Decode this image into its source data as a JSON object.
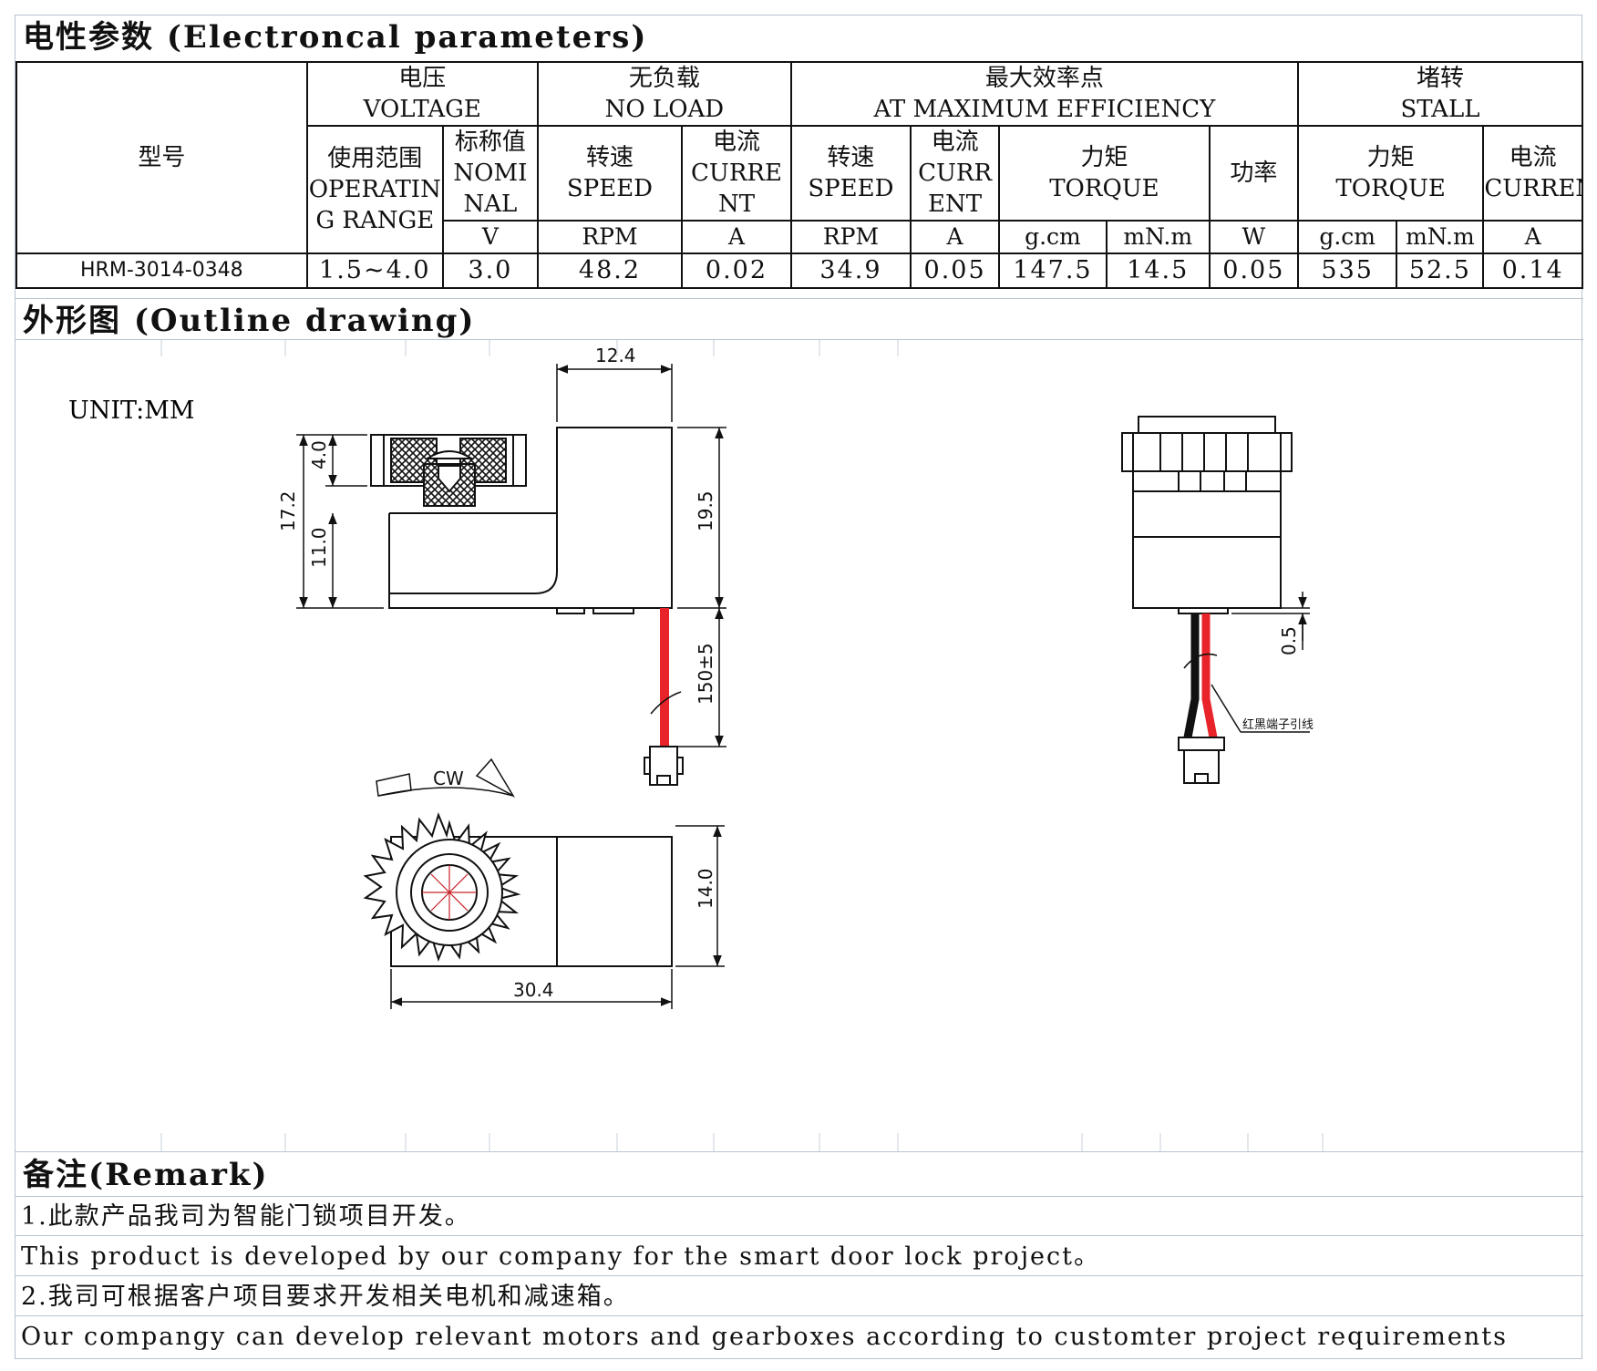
{
  "electrical": {
    "title": "电性参数 (Electroncal parameters)",
    "header": {
      "model_label": "型号",
      "voltage_cn": "电压",
      "voltage_en": "VOLTAGE",
      "noload_cn": "无负载",
      "noload_en": "NO LOAD",
      "maxeff_cn": "最大效率点",
      "maxeff_en": "AT MAXIMUM EFFICIENCY",
      "stall_cn": "堵转",
      "stall_en": "STALL",
      "op_range_cn": "使用范围",
      "op_range_en": "OPERATING RANGE",
      "nominal_cn": "标称值",
      "nominal_en": "NOMINAL",
      "speed_cn": "转速",
      "speed_en": "SPEED",
      "current_cn": "电流",
      "current_en": "CURRENT",
      "torque_cn": "力矩",
      "torque_en": "TORQUE",
      "power_cn": "功率"
    },
    "units": {
      "nominal": "V",
      "nl_speed": "RPM",
      "nl_current": "A",
      "me_speed": "RPM",
      "me_current": "A",
      "me_torque_g": "g.cm",
      "me_torque_mn": "mN.m",
      "me_power": "W",
      "st_torque_g": "g.cm",
      "st_torque_mn": "mN.m",
      "st_current": "A"
    },
    "row": {
      "model": "HRM-3014-0348",
      "op_range": "1.5~4.0",
      "nominal": "3.0",
      "nl_speed": "48.2",
      "nl_current": "0.02",
      "me_speed": "34.9",
      "me_current": "0.05",
      "me_torque_g": "147.5",
      "me_torque_mn": "14.5",
      "me_power": "0.05",
      "st_torque_g": "535",
      "st_torque_mn": "52.5",
      "st_current": "0.14"
    }
  },
  "outline": {
    "title": "外形图 (Outline drawing)",
    "unit": "UNIT:MM",
    "dims": {
      "top_width": "12.4",
      "left_total": "17.2",
      "gear_h": "4.0",
      "body_h": "11.0",
      "right_h": "19.5",
      "wire_len": "150±5",
      "bottom_h": "14.0",
      "bottom_w": "30.4",
      "side_gap": "0.5"
    },
    "rotation": "CW",
    "wire_note": "红黑端子引线",
    "colors": {
      "wire_red": "#e8232a",
      "wire_black": "#111111",
      "hatch": "#111111"
    }
  },
  "remark": {
    "title": "备注(Remark)",
    "lines": [
      "1.此款产品我司为智能门锁项目开发。",
      "This product is developed by our company for the smart door lock project。",
      "2.我司可根据客户项目要求开发相关电机和减速箱。",
      "Our compangy can develop relevant motors and gearboxes according to customter project requirements"
    ]
  }
}
